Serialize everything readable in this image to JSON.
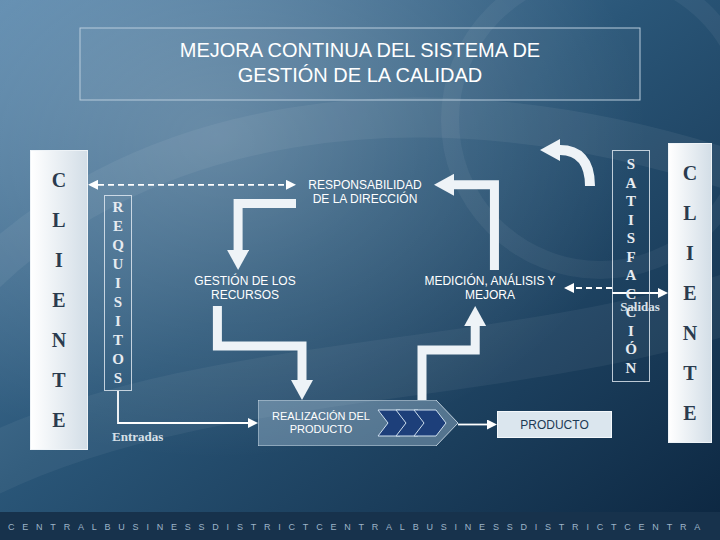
{
  "diagram": {
    "title": "MEJORA CONTINUA DEL SISTEMA DE GESTIÓN DE LA CALIDAD",
    "nodes": [
      {
        "text": [
          "CLIENTE"
        ]
      },
      {
        "text": [
          "REQUISITOS"
        ]
      },
      {
        "text": [
          "RESPONSABILIDAD DE LA DIRECCIÓN"
        ]
      },
      {
        "text": [
          "GESTIÓN DE LOS RECURSOS"
        ]
      },
      {
        "text": [
          "MEDICIÓN, ANÁLISIS Y MEJORA"
        ]
      },
      {
        "text": [
          "REALIZACIÓN DEL PRODUCTO"
        ]
      },
      {
        "text": [
          "PRODUCTO"
        ]
      },
      {
        "text": [
          "SATISFACCIÓN"
        ]
      },
      {
        "text": [
          "CLIENTE"
        ]
      }
    ],
    "edges": [
      {
        "from": 0,
        "to": 2,
        "arrow": "both"
      },
      {
        "from": 7,
        "to": 4,
        "arrow": "to"
      },
      {
        "from": 2,
        "to": 3,
        "arrow": "to"
      },
      {
        "from": 3,
        "to": 5,
        "arrow": "to"
      },
      {
        "from": 5,
        "to": 4,
        "arrow": "to"
      },
      {
        "from": 4,
        "to": 2,
        "arrow": "to"
      },
      {
        "from": 1,
        "to": 5,
        "arrow": "to",
        "label": "Entradas"
      },
      {
        "from": 5,
        "to": 6,
        "arrow": "to"
      },
      {
        "from": 6,
        "to": 8,
        "arrow": "to",
        "label": "Salidas"
      }
    ],
    "labels": [
      "CENTRALBUSINESSDISTRICTCENTRALBUSINESSDISTRICTCENTRA"
    ]
  }
}
